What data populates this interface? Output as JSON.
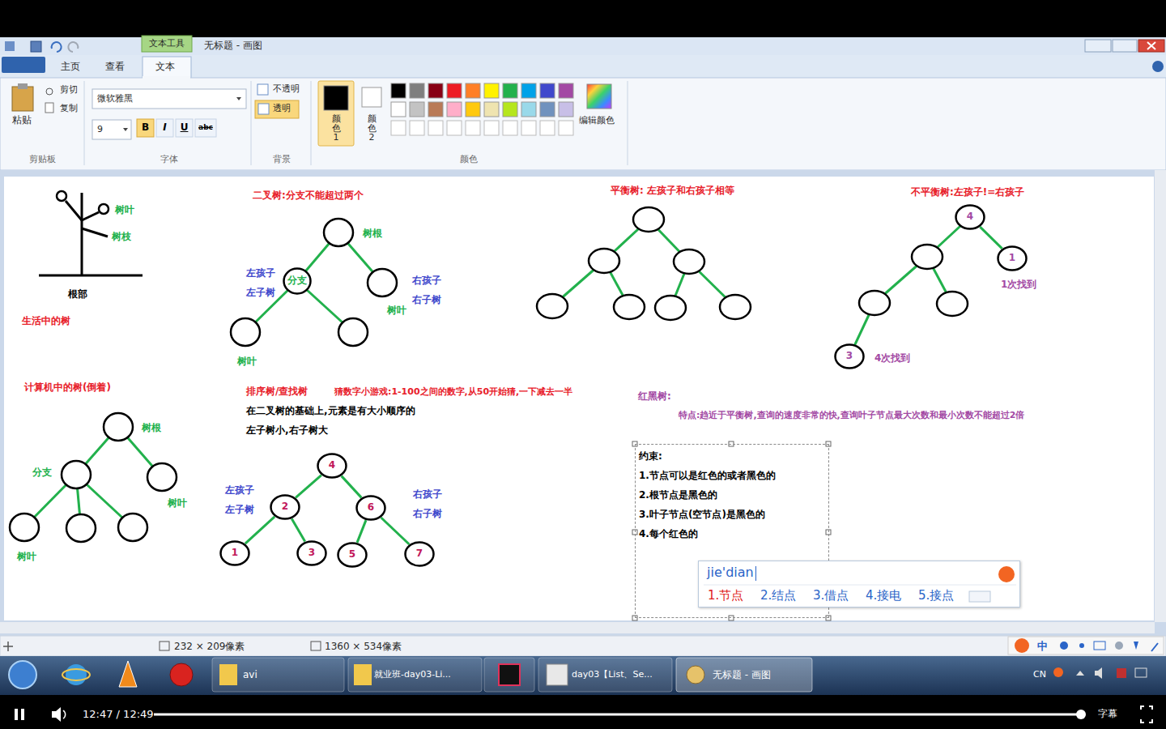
{
  "diagram": {
    "nodes": [
      {
        "text": [
          "分支"
        ]
      },
      {
        "text": [
          "4"
        ]
      },
      {
        "text": [
          "1"
        ]
      },
      {
        "text": [
          "3"
        ]
      },
      {
        "text": [
          "4"
        ]
      },
      {
        "text": [
          "2"
        ]
      },
      {
        "text": [
          "6"
        ]
      },
      {
        "text": [
          "1"
        ]
      },
      {
        "text": [
          "3"
        ]
      },
      {
        "text": [
          "5"
        ]
      },
      {
        "text": [
          "7"
        ]
      },
      {
        "text": [
          "约束:",
          "1.节点可以是红色的或者黑色的",
          "2.根节点是黑色的",
          "3.叶子节点(空节点)是黑色的",
          "4.每个红色的"
        ]
      },
      {
        "text": [
          "jie'dian",
          "1.节点",
          "2.结点",
          "3.借点",
          "4.接电",
          "5.接点"
        ]
      }
    ],
    "edges": [
      {
        "from": 1,
        "to": 2,
        "arrow": "none"
      },
      {
        "from": 4,
        "to": 5,
        "arrow": "none"
      },
      {
        "from": 4,
        "to": 6,
        "arrow": "none"
      },
      {
        "from": 5,
        "to": 7,
        "arrow": "none"
      },
      {
        "from": 5,
        "to": 8,
        "arrow": "none"
      },
      {
        "from": 6,
        "to": 9,
        "arrow": "none"
      },
      {
        "from": 6,
        "to": 10,
        "arrow": "none"
      }
    ],
    "labels": [
      "文本工具",
      "无标题 - 画图",
      "主页",
      "查看",
      "文本",
      "粘贴",
      "剪切",
      "复制",
      "微软雅黑",
      "9",
      "B",
      "I",
      "U",
      "abc",
      "不透明",
      "透明",
      "颜色 1",
      "颜色 2",
      "编辑颜色",
      "剪贴板",
      "字体",
      "背景",
      "颜色",
      "树叶",
      "树枝",
      "根部",
      "生活中的树",
      "二叉树:分支不能超过两个",
      "树根",
      "左孩子",
      "左子树",
      "右孩子",
      "右子树",
      "树叶",
      "树叶",
      "平衡树: 左孩子和右孩子相等",
      "不平衡树:左孩子!=右孩子",
      "1次找到",
      "4次找到",
      "计算机中的树(倒着)",
      "树根",
      "分支",
      "树叶",
      "树叶",
      "排序树/查找树",
      "猜数字小游戏:1-100之间的数字,从50开始猜,一下减去一半",
      "在二叉树的基础上,元素是有大小顺序的",
      "左子树小,右子树大",
      "左孩子",
      "左子树",
      "右孩子",
      "右子树",
      "红黑树:",
      "特点:趋近于平衡树,查询的速度非常的快,查询叶子节点最大次数和最小次数不能超过2倍",
      "232 × 209像素",
      "1360 × 534像素",
      "avi",
      "就业班-day03-Li...",
      "day03【List、Se...",
      "无标题 - 画图",
      "CN",
      "中",
      "12:47 / 12:49",
      "字幕"
    ]
  }
}
